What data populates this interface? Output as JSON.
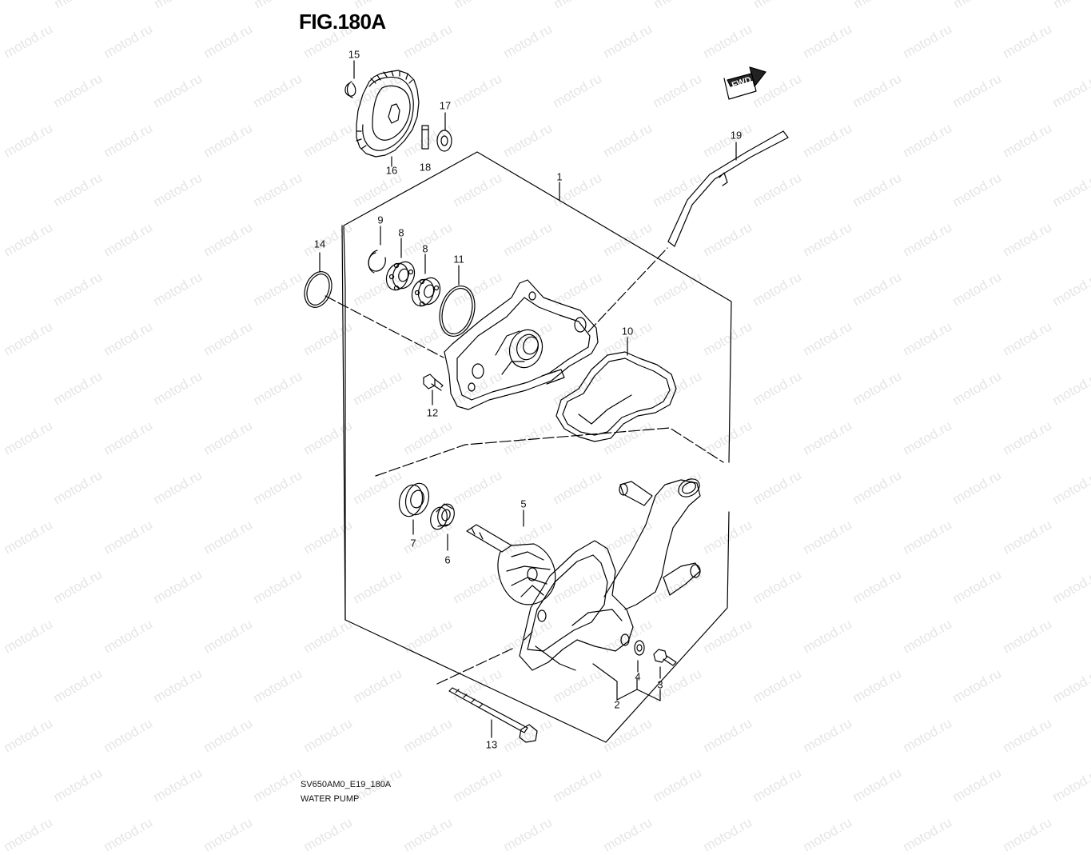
{
  "figure": {
    "title": "FIG.180A",
    "code": "SV650AM0_E19_180A",
    "caption": "WATER PUMP"
  },
  "direction_label": "FWD",
  "watermark": "motod.ru",
  "callouts": [
    "1",
    "2",
    "3",
    "4",
    "5",
    "6",
    "7",
    "8",
    "8",
    "9",
    "10",
    "11",
    "12",
    "13",
    "14",
    "15",
    "16",
    "17",
    "18",
    "19"
  ]
}
